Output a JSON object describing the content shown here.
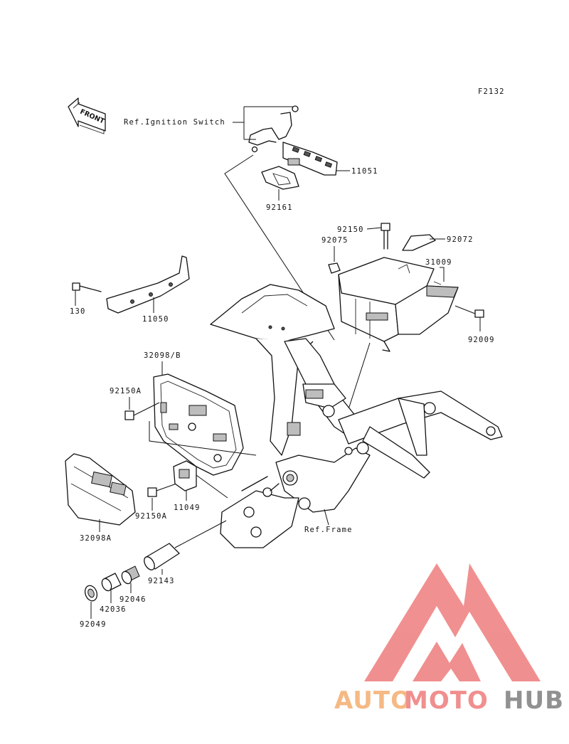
{
  "figure_code": "F2132",
  "front_label": "FRONT",
  "ref_labels": {
    "ignition_switch": "Ref.Ignition Switch",
    "frame": "Ref.Frame"
  },
  "parts": {
    "p11051": "11051",
    "p92161": "92161",
    "p92150": "92150",
    "p92072": "92072",
    "p92075": "92075",
    "p31009": "31009",
    "p92009": "92009",
    "p130": "130",
    "p11050": "11050",
    "p32098b": "32098/B",
    "p92150a_top": "92150A",
    "p92150a_bottom": "92150A",
    "p11049": "11049",
    "p32098a": "32098A",
    "p92143": "92143",
    "p92046": "92046",
    "p42036": "42036",
    "p92049": "92049"
  },
  "watermark": {
    "part1": "AUTO",
    "part2": "MOTO",
    "part3": "HUB",
    "colors": {
      "orange": "#f5b67e",
      "red": "#f08a8a",
      "gray": "#8c8c8c"
    }
  }
}
